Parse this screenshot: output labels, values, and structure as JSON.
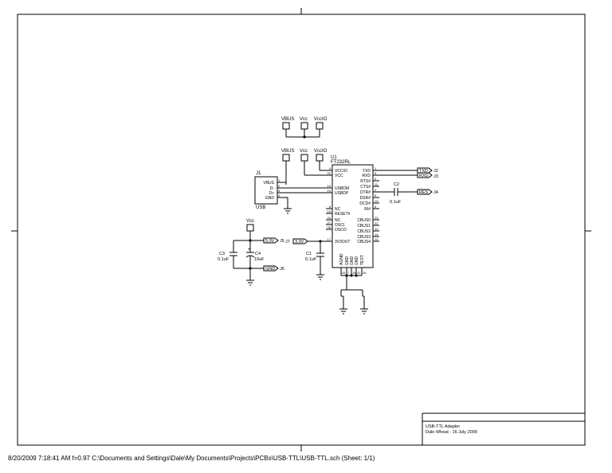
{
  "title_block": {
    "title": "USB-TTL Adapter",
    "author_date": "Dale Wheat - 16 July 2009"
  },
  "footer": {
    "print_info": "8/20/2009 7:18:41 AM  f=0.97  C:\\Documents and Settings\\Dale\\My Documents\\Projects\\PCBs\\USB-TTL\\USB-TTL.sch (Sheet: 1/1)"
  },
  "power_rails": {
    "top": [
      "VBUS",
      "Vcc",
      "VccIO"
    ],
    "ic": [
      "VBUS",
      "Vcc",
      "VccIO"
    ],
    "left": "Vcc"
  },
  "j1": {
    "ref": "J1",
    "label": "USB",
    "pins": [
      "VBUS",
      "D-",
      "D+",
      "GND"
    ],
    "pin_numbers": [
      "1",
      "2",
      "3",
      "4"
    ]
  },
  "u1": {
    "ref": "U1",
    "part": "FT232RL",
    "left_pins": [
      {
        "num": "4",
        "name": "VCCIO"
      },
      {
        "num": "20",
        "name": "VCC"
      },
      {
        "num": "16",
        "name": "USBDM"
      },
      {
        "num": "15",
        "name": "USBDP"
      },
      {
        "num": "8",
        "name": "NC"
      },
      {
        "num": "19",
        "name": "RESET#"
      },
      {
        "num": "24",
        "name": "NC"
      },
      {
        "num": "27",
        "name": "OSCI"
      },
      {
        "num": "28",
        "name": "OSCO"
      },
      {
        "num": "17",
        "name": "3V3OUT"
      }
    ],
    "right_pins": [
      {
        "num": "1",
        "name": "TXD"
      },
      {
        "num": "5",
        "name": "RXD"
      },
      {
        "num": "3",
        "name": "RTS#"
      },
      {
        "num": "11",
        "name": "CTS#"
      },
      {
        "num": "2",
        "name": "DTR#"
      },
      {
        "num": "9",
        "name": "DSR#"
      },
      {
        "num": "10",
        "name": "DCD#"
      },
      {
        "num": "6",
        "name": "RI#"
      },
      {
        "num": "23",
        "name": "CBUS0"
      },
      {
        "num": "22",
        "name": "CBUS1"
      },
      {
        "num": "13",
        "name": "CBUS2"
      },
      {
        "num": "14",
        "name": "CBUS3"
      },
      {
        "num": "12",
        "name": "CBUS4"
      }
    ],
    "bottom_pins": [
      {
        "num": "25",
        "name": "AGND"
      },
      {
        "num": "7",
        "name": "GND"
      },
      {
        "num": "18",
        "name": "GND"
      },
      {
        "num": "21",
        "name": "GND"
      },
      {
        "num": "26",
        "name": "TEST"
      }
    ]
  },
  "connectors": {
    "txd": {
      "label": "TXD",
      "ref": "J2"
    },
    "rxd": {
      "label": "RXD",
      "ref": "J3"
    },
    "res": {
      "label": "RES",
      "ref": "J4"
    },
    "v5": {
      "label": "5.0V",
      "ref": "J5"
    },
    "gnd": {
      "label": "GND",
      "ref": "J6"
    },
    "v33": {
      "label": "3.3V",
      "ref": "J7"
    }
  },
  "capacitors": {
    "c1": {
      "ref": "C1",
      "value": "0.1uF"
    },
    "c2": {
      "ref": "C2",
      "value": "0.1uF"
    },
    "c3": {
      "ref": "C3",
      "value": "0.1uF"
    },
    "c4": {
      "ref": "C4",
      "value": "10uF",
      "polarity": "+"
    }
  }
}
